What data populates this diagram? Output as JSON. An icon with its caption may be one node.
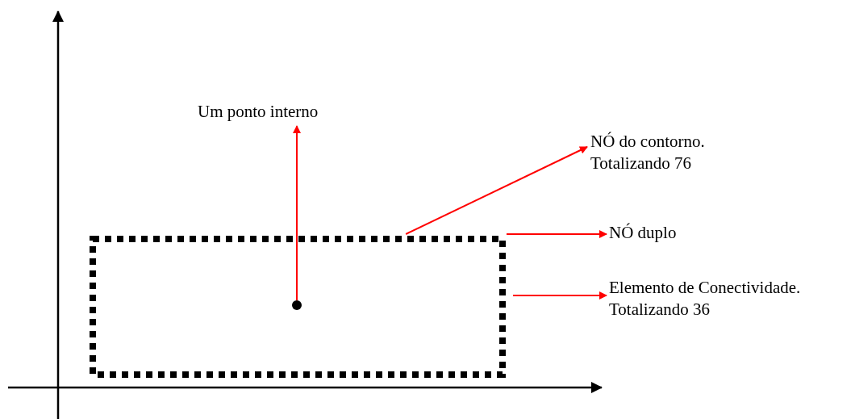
{
  "diagram": {
    "nodes": [
      {
        "text": [],
        "shape": "box"
      },
      {
        "text": [],
        "shape": "circle",
        "in": 0
      },
      {
        "text": [
          "Um ponto interno"
        ]
      },
      {
        "text": [
          "NÓ do contorno. Totalizando 76"
        ]
      },
      {
        "text": [
          "NÓ duplo"
        ]
      },
      {
        "text": [
          "Elemento de Conectividade. Totalizando 36"
        ]
      }
    ],
    "edges": [
      {
        "from": 1,
        "to": 2,
        "arrow": "to"
      },
      {
        "from": 0,
        "to": 3,
        "arrow": "to"
      },
      {
        "from": 0,
        "to": 4,
        "arrow": "to"
      },
      {
        "from": 0,
        "to": 5,
        "arrow": "to"
      }
    ]
  }
}
